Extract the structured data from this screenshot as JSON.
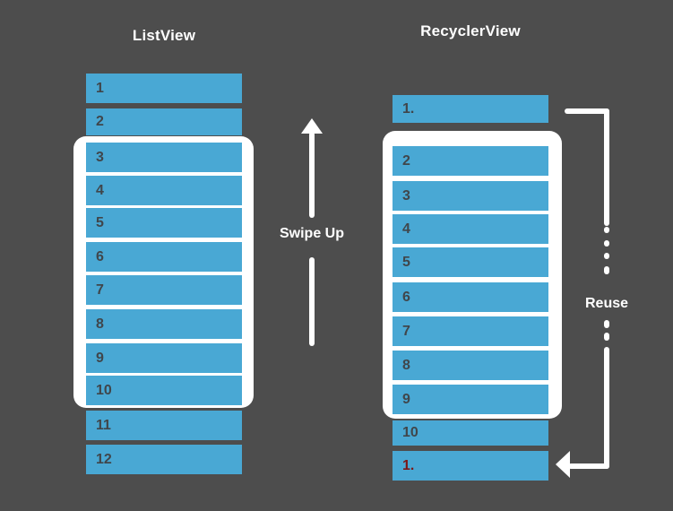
{
  "diagram_title": "ListView vs RecyclerView scrolling comparison",
  "colors": {
    "background": "#4d4d4d",
    "bar_fill": "#49a8d4",
    "item_number": "#40464b",
    "recycled_item_number": "#7c1717",
    "viewport_frame": "#ffffff",
    "arrows_and_text": "#ffffff"
  },
  "left_panel": {
    "title": "ListView",
    "items": [
      {
        "label": "1"
      },
      {
        "label": "2"
      },
      {
        "label": "3"
      },
      {
        "label": "4"
      },
      {
        "label": "5"
      },
      {
        "label": "6"
      },
      {
        "label": "7"
      },
      {
        "label": "8"
      },
      {
        "label": "9"
      },
      {
        "label": "10"
      },
      {
        "label": "11"
      },
      {
        "label": "12"
      }
    ],
    "viewport_items": [
      "3",
      "4",
      "5",
      "6",
      "7",
      "8",
      "9",
      "10"
    ]
  },
  "center": {
    "swipe_label": "Swipe Up"
  },
  "right_panel": {
    "title": "RecyclerView",
    "items": [
      {
        "label": "1."
      },
      {
        "label": "2"
      },
      {
        "label": "3"
      },
      {
        "label": "4"
      },
      {
        "label": "5"
      },
      {
        "label": "6"
      },
      {
        "label": "7"
      },
      {
        "label": "8"
      },
      {
        "label": "9"
      },
      {
        "label": "10"
      },
      {
        "label": "1.",
        "recycled": true
      }
    ],
    "viewport_items": [
      "2",
      "3",
      "4",
      "5",
      "6",
      "7",
      "8",
      "9"
    ]
  },
  "reuse": {
    "label": "Reuse"
  }
}
